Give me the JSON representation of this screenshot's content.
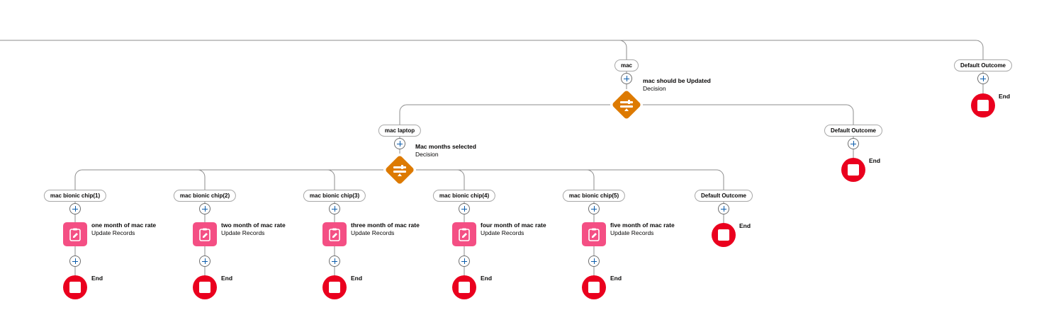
{
  "top_branch": {
    "pill": "mac",
    "decision_title": "mac should be Updated",
    "decision_type": "Decision"
  },
  "top_default": {
    "pill": "Default Outcome",
    "end": "End"
  },
  "mid_default": {
    "pill": "Default Outcome",
    "end": "End"
  },
  "mac_laptop": {
    "pill": "mac laptop",
    "decision_title": "Mac months selected",
    "decision_type": "Decision"
  },
  "chip_branches": [
    {
      "pill": "mac bionic chip(1)",
      "title": "one month of mac rate",
      "type": "Update Records",
      "end": "End"
    },
    {
      "pill": "mac bionic chip(2)",
      "title": "two month of mac rate",
      "type": "Update Records",
      "end": "End"
    },
    {
      "pill": "mac bionic chip(3)",
      "title": "three month of mac rate",
      "type": "Update Records",
      "end": "End"
    },
    {
      "pill": "mac bionic chip(4)",
      "title": "four month of mac rate",
      "type": "Update Records",
      "end": "End"
    },
    {
      "pill": "mac bionic chip(5)",
      "title": "five month of mac rate",
      "type": "Update Records",
      "end": "End"
    }
  ],
  "chip_default": {
    "pill": "Default Outcome",
    "end": "End"
  },
  "colors": {
    "decision": "#dd7a01",
    "update_records": "#f44f84",
    "end": "#ea001e",
    "connector": "#8e8e8e",
    "add_icon": "#0b5cab"
  }
}
